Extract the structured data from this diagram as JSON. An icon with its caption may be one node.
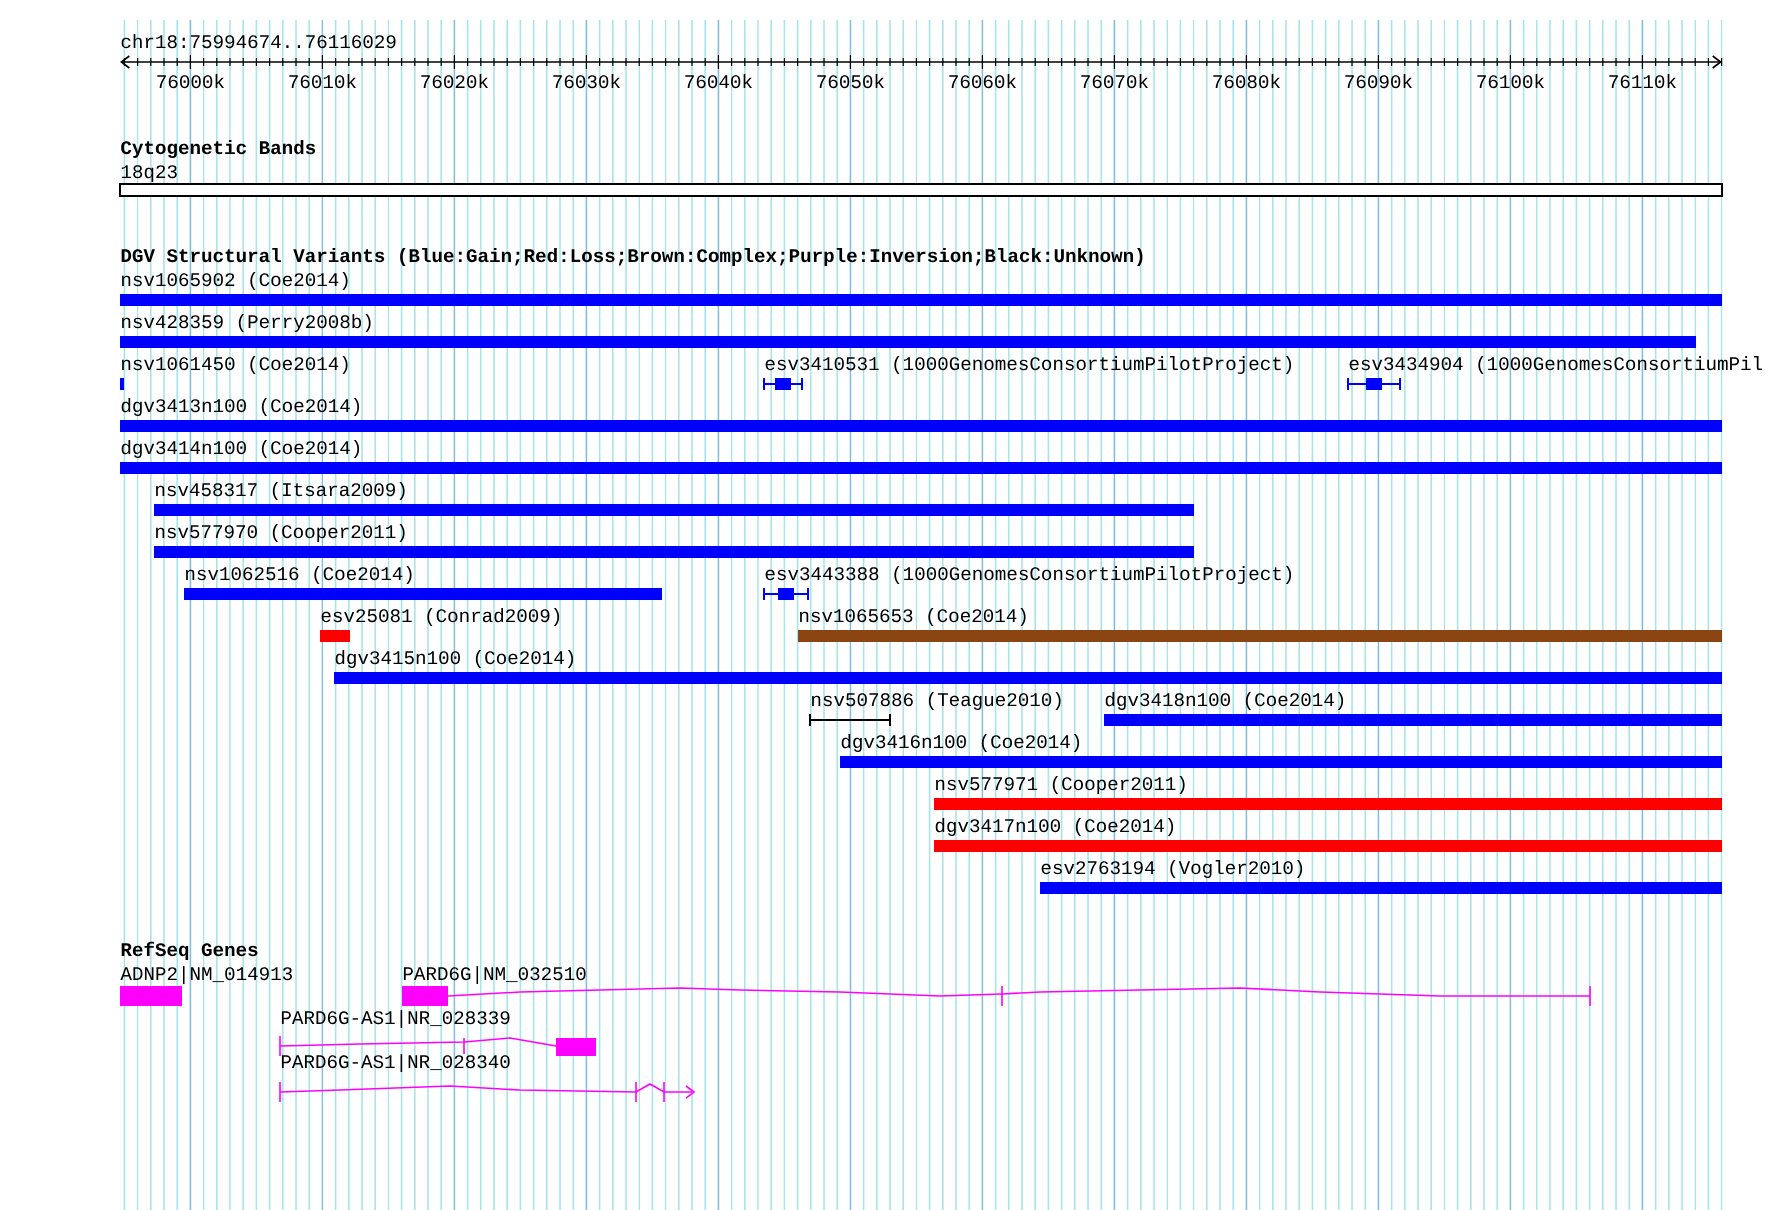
{
  "diagram": {
    "labels": [
      "chr18:75994674..76116029",
      "76000k",
      "76010k",
      "76020k",
      "76030k",
      "76040k",
      "76050k",
      "76060k",
      "76070k",
      "76080k",
      "76090k",
      "76100k",
      "76110k",
      "Cytogenetic Bands",
      "18q23",
      "DGV Structural Variants (Blue:Gain;Red:Loss;Brown:Complex;Purple:Inversion;Black:Unknown)",
      "nsv1065902 (Coe2014)",
      "nsv428359 (Perry2008b)",
      "nsv1061450 (Coe2014)",
      "esv3410531 (1000GenomesConsortiumPilotProject)",
      "esv3434904 (1000GenomesConsortiumPil",
      "dgv3413n100 (Coe2014)",
      "dgv3414n100 (Coe2014)",
      "nsv458317 (Itsara2009)",
      "nsv577970 (Cooper2011)",
      "nsv1062516 (Coe2014)",
      "esv3443388 (1000GenomesConsortiumPilotProject)",
      "esv25081 (Conrad2009)",
      "nsv1065653 (Coe2014)",
      "dgv3415n100 (Coe2014)",
      "nsv507886 (Teague2010)",
      "dgv3418n100 (Coe2014)",
      "dgv3416n100 (Coe2014)",
      "nsv577971 (Cooper2011)",
      "dgv3417n100 (Coe2014)",
      "esv2763194 (Vogler2010)",
      "RefSeq Genes",
      "ADNP2|NM_014913",
      "PARD6G|NM_032510",
      "PARD6G-AS1|NR_028339",
      "PARD6G-AS1|NR_028340"
    ]
  }
}
